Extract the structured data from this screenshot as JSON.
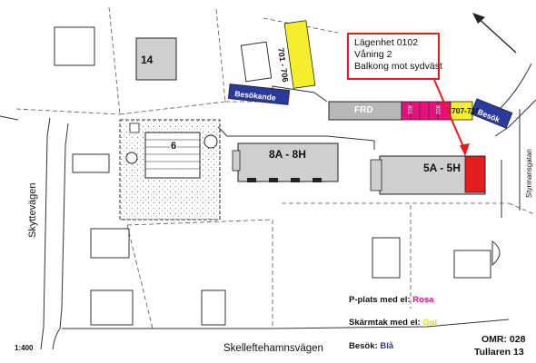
{
  "info_box": {
    "line1": "Lägenhet 0102",
    "line2": "Våning 2",
    "line3": "Balkong mot sydväst"
  },
  "buildings": {
    "b14": "14",
    "b6": "6",
    "b8a": "8A - 8H",
    "b5a": "5A - 5H",
    "frd": "FRD"
  },
  "parking": {
    "yellow_range": "701 - 706",
    "range_707": "707-710",
    "besokande": "Besökande",
    "besok": "Besök",
    "small_801": "801",
    "small_802": "802",
    "small_803": "803"
  },
  "streets": {
    "skyttevagen": "Skyttevägen",
    "skelleftehamnsvagen": "Skelleftehamnsvägen",
    "styrmansgatan": "Styrmansgatan"
  },
  "legend": {
    "p_label": "P-plats med el: ",
    "p_color_word": "Rosa",
    "s_label": "Skärmtak med el: ",
    "s_color_word": "Gul",
    "b_label": "Besök: ",
    "b_color_word": "Blå"
  },
  "scale": "1:400",
  "omr": "OMR: 028",
  "tullaren": "Tullaren 13",
  "colors": {
    "pink": "#e4117c",
    "yellow": "#f5ee2c",
    "blue": "#2c3a9c",
    "red": "#e41c1c",
    "building_gray": "#cfcfcf",
    "frd_gray": "#b8b8b8"
  }
}
